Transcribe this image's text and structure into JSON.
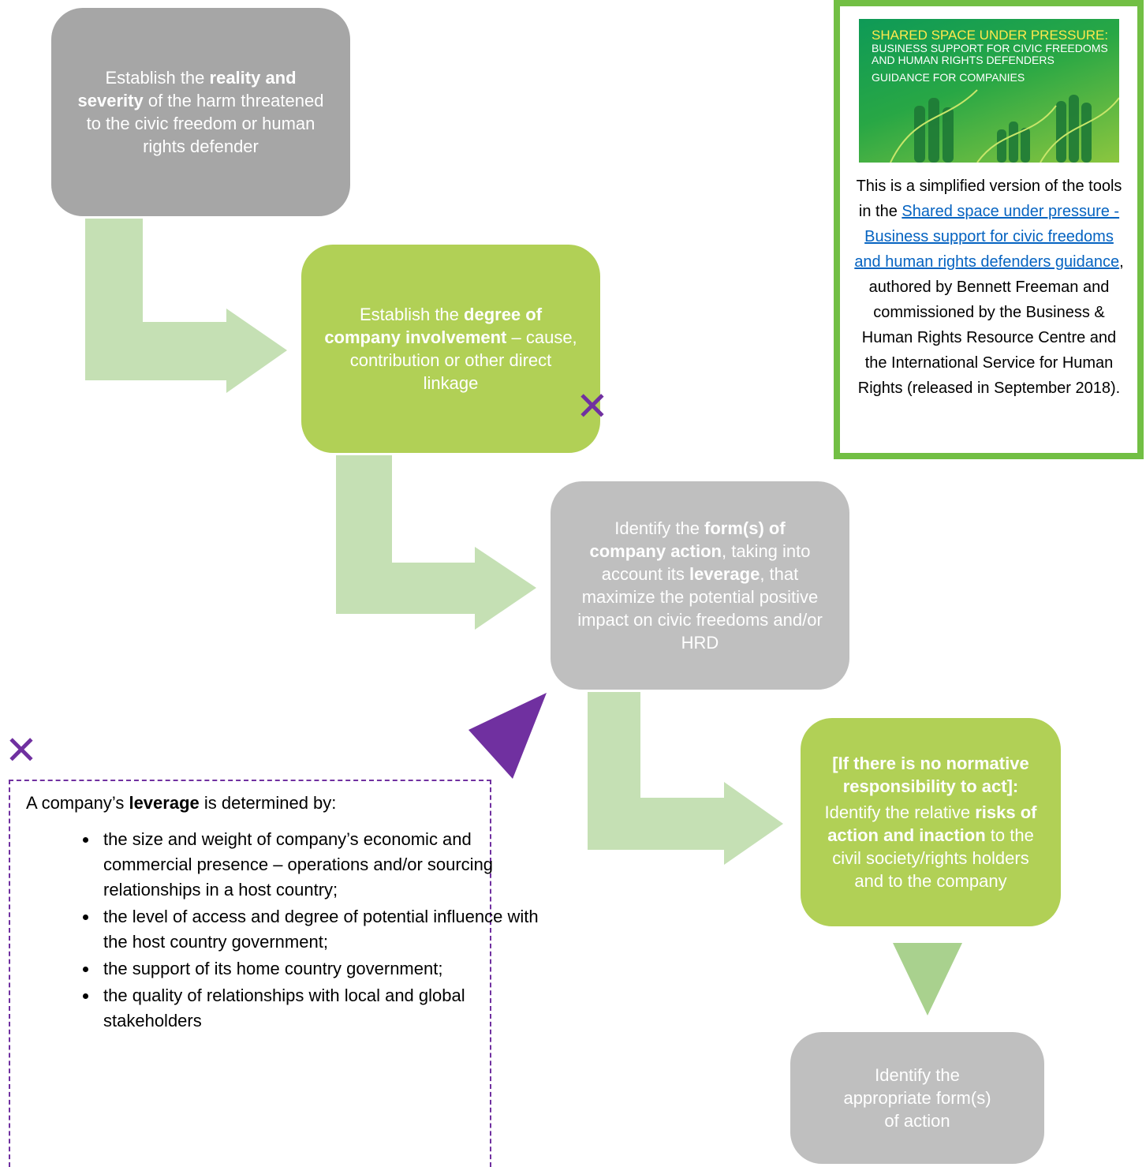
{
  "steps": {
    "step1": {
      "pre": "Establish the ",
      "bold": "reality and severity",
      "post": " of the harm threatened to the civic freedom or human rights defender"
    },
    "step2": {
      "pre": "Establish the ",
      "bold": "degree of company involvement",
      "post": " – cause, contribution or other direct linkage"
    },
    "step3": {
      "t1": "Identify the ",
      "b1": "form(s) of company action",
      "t2": ", taking into account its ",
      "b2": "leverage",
      "t3": ", that maximize the potential positive impact on civic freedoms and/or HRD"
    },
    "step4": {
      "heading": "[If there is no normative responsibility to act]:",
      "t1": "Identify the relative ",
      "b1": "risks of action and inaction",
      "t2": " to the civil society/rights holders and to the company"
    },
    "step5": {
      "text": "Identify the appropriate form(s) of action"
    }
  },
  "aside": {
    "cover_lines": [
      "SHARED SPACE UNDER PRESSURE:",
      "BUSINESS SUPPORT FOR CIVIC FREEDOMS",
      "AND HUMAN RIGHTS DEFENDERS",
      "GUIDANCE FOR COMPANIES"
    ],
    "text_pre": "This is a simplified version of the tools in the ",
    "link_text": "Shared space under pressure - Business support for civic freedoms and human rights defenders guidance",
    "text_post": ", authored by Bennett Freeman and commissioned by the Business & Human Rights Resource Centre and the International Service for Human Rights (released in September 2018)."
  },
  "leverage": {
    "intro_pre": "A company’s ",
    "intro_bold": "leverage",
    "intro_post": " is determined by:",
    "bullets": [
      "the size and weight of company’s economic and commercial presence – operations and/or sourcing relationships  in a host country;",
      "the level of access and degree of potential influence with the host country government;",
      "the support of its home country government;",
      "the quality of relationships with local and global stakeholders"
    ]
  },
  "marks": {
    "x_symbol": "✕"
  },
  "colors": {
    "gray_dark": "#a6a6a6",
    "gray_light": "#bfbfbf",
    "green": "#b1d056",
    "arrow_green": "#c5e0b4",
    "purple": "#7030a0",
    "frame_green": "#72bf44"
  }
}
